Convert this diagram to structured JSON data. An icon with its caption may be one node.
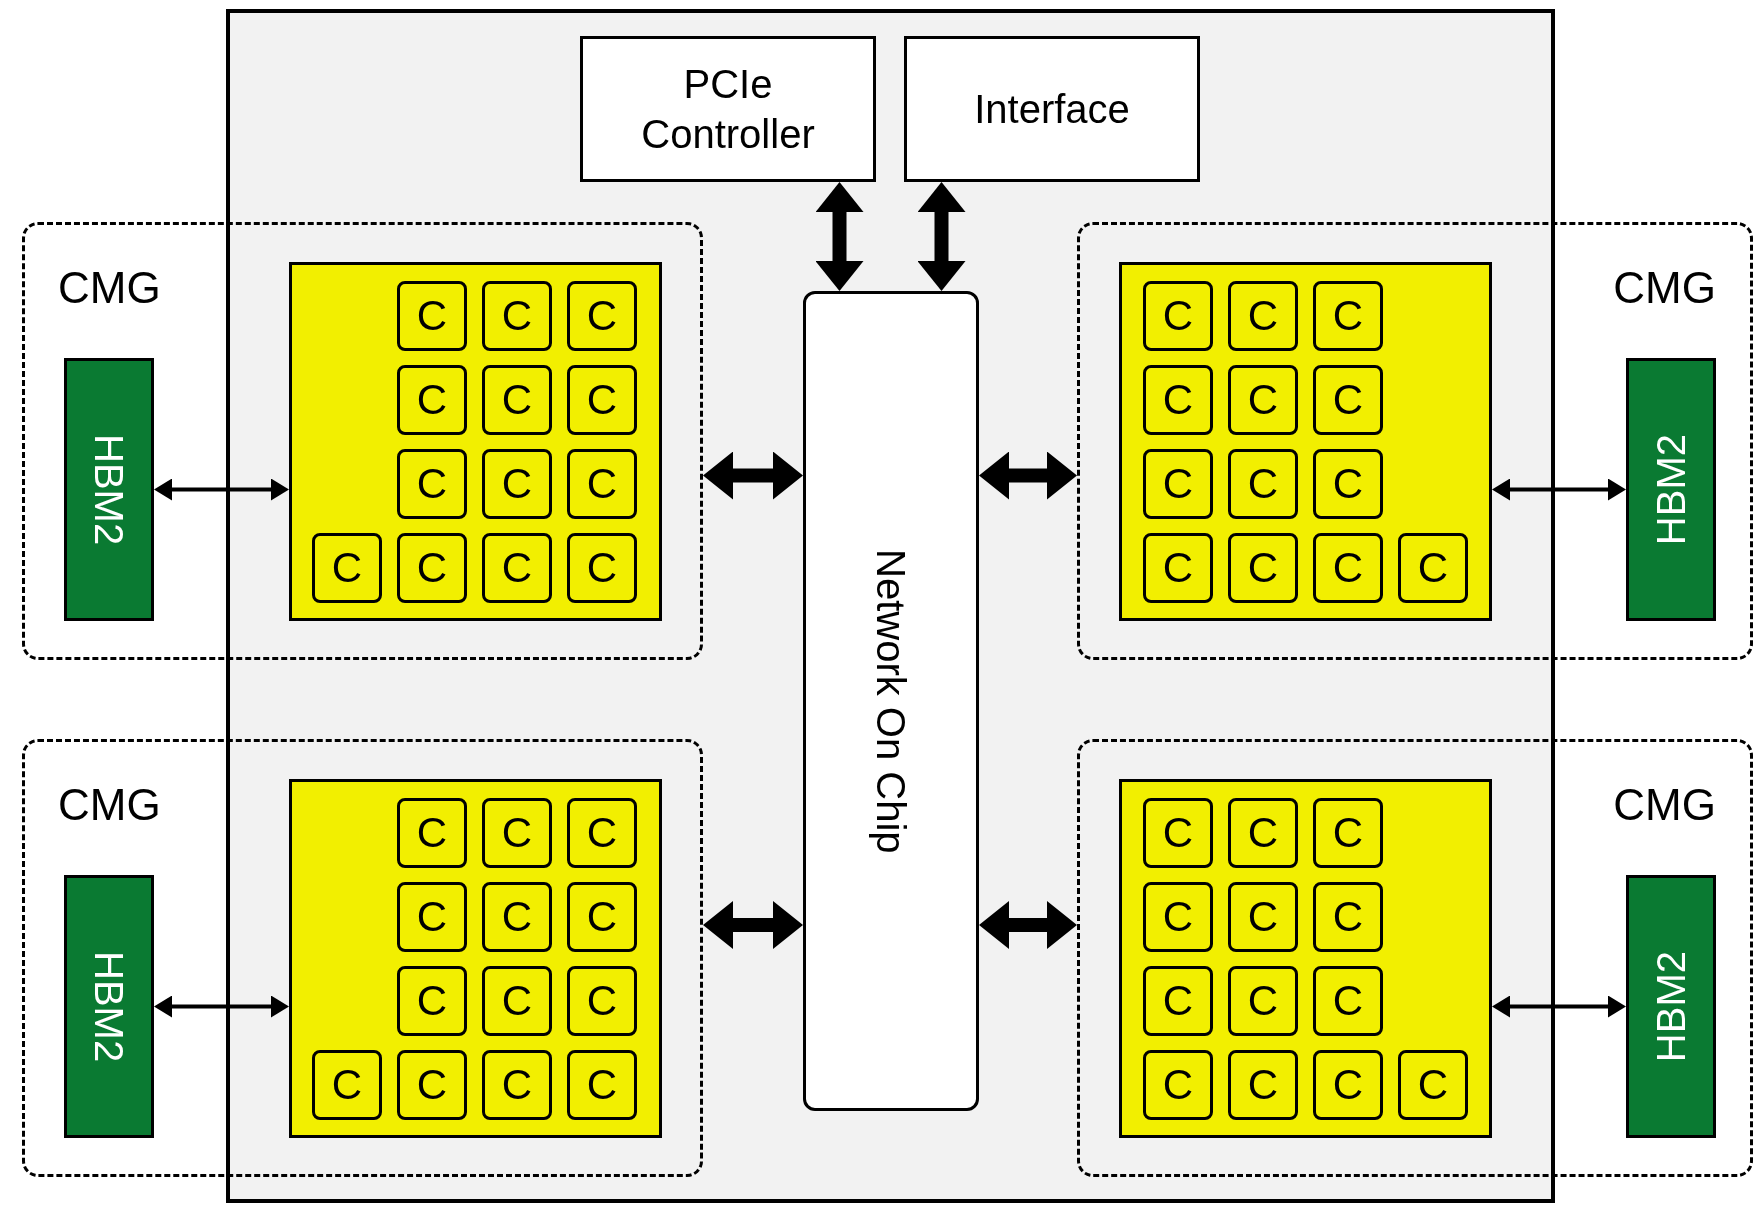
{
  "diagram": {
    "nodes": [
      {
        "text": [],
        "shape": "box"
      },
      {
        "text": [
          "PCIe Controller"
        ],
        "in": 0
      },
      {
        "text": [
          "Interface"
        ],
        "in": 0
      },
      {
        "text": [
          "Network On Chip"
        ],
        "in": 0
      },
      {
        "text": [
          "CMG"
        ]
      },
      {
        "text": [],
        "shape": "box"
      },
      {
        "text": [
          "HBM2"
        ],
        "in": 4
      },
      {
        "text": [
          "C"
        ],
        "in": 5
      },
      {
        "text": [
          "C"
        ],
        "in": 5
      },
      {
        "text": [
          "C"
        ],
        "in": 5
      },
      {
        "text": [
          "C"
        ],
        "in": 5
      },
      {
        "text": [
          "C"
        ],
        "in": 5
      },
      {
        "text": [
          "C"
        ],
        "in": 5
      },
      {
        "text": [
          "C"
        ],
        "in": 5
      },
      {
        "text": [
          "C"
        ],
        "in": 5
      },
      {
        "text": [
          "C"
        ],
        "in": 5
      },
      {
        "text": [
          "C"
        ],
        "in": 5
      },
      {
        "text": [
          "C"
        ],
        "in": 5
      },
      {
        "text": [
          "C"
        ],
        "in": 5
      },
      {
        "text": [
          "C"
        ],
        "in": 5
      },
      {
        "text": [
          "CMG"
        ]
      },
      {
        "text": [],
        "shape": "box"
      },
      {
        "text": [
          "HBM2"
        ],
        "in": 20
      },
      {
        "text": [
          "C"
        ],
        "in": 21
      },
      {
        "text": [
          "C"
        ],
        "in": 21
      },
      {
        "text": [
          "C"
        ],
        "in": 21
      },
      {
        "text": [
          "C"
        ],
        "in": 21
      },
      {
        "text": [
          "C"
        ],
        "in": 21
      },
      {
        "text": [
          "C"
        ],
        "in": 21
      },
      {
        "text": [
          "C"
        ],
        "in": 21
      },
      {
        "text": [
          "C"
        ],
        "in": 21
      },
      {
        "text": [
          "C"
        ],
        "in": 21
      },
      {
        "text": [
          "C"
        ],
        "in": 21
      },
      {
        "text": [
          "C"
        ],
        "in": 21
      },
      {
        "text": [
          "C"
        ],
        "in": 21
      },
      {
        "text": [
          "C"
        ],
        "in": 21
      },
      {
        "text": [
          "CMG"
        ]
      },
      {
        "text": [],
        "shape": "box"
      },
      {
        "text": [
          "HBM2"
        ],
        "in": 36
      },
      {
        "text": [
          "C"
        ],
        "in": 37
      },
      {
        "text": [
          "C"
        ],
        "in": 37
      },
      {
        "text": [
          "C"
        ],
        "in": 37
      },
      {
        "text": [
          "C"
        ],
        "in": 37
      },
      {
        "text": [
          "C"
        ],
        "in": 37
      },
      {
        "text": [
          "C"
        ],
        "in": 37
      },
      {
        "text": [
          "C"
        ],
        "in": 37
      },
      {
        "text": [
          "C"
        ],
        "in": 37
      },
      {
        "text": [
          "C"
        ],
        "in": 37
      },
      {
        "text": [
          "C"
        ],
        "in": 37
      },
      {
        "text": [
          "C"
        ],
        "in": 37
      },
      {
        "text": [
          "C"
        ],
        "in": 37
      },
      {
        "text": [
          "C"
        ],
        "in": 37
      },
      {
        "text": [
          "CMG"
        ]
      },
      {
        "text": [],
        "shape": "box"
      },
      {
        "text": [
          "HBM2"
        ],
        "in": 52
      },
      {
        "text": [
          "C"
        ],
        "in": 53
      },
      {
        "text": [
          "C"
        ],
        "in": 53
      },
      {
        "text": [
          "C"
        ],
        "in": 53
      },
      {
        "text": [
          "C"
        ],
        "in": 53
      },
      {
        "text": [
          "C"
        ],
        "in": 53
      },
      {
        "text": [
          "C"
        ],
        "in": 53
      },
      {
        "text": [
          "C"
        ],
        "in": 53
      },
      {
        "text": [
          "C"
        ],
        "in": 53
      },
      {
        "text": [
          "C"
        ],
        "in": 53
      },
      {
        "text": [
          "C"
        ],
        "in": 53
      },
      {
        "text": [
          "C"
        ],
        "in": 53
      },
      {
        "text": [
          "C"
        ],
        "in": 53
      },
      {
        "text": [
          "C"
        ],
        "in": 53
      }
    ],
    "edges": [
      {
        "from": 1,
        "to": 3,
        "arrow": "both"
      },
      {
        "from": 2,
        "to": 3,
        "arrow": "both"
      },
      {
        "from": 4,
        "to": 3,
        "arrow": "both"
      },
      {
        "from": 6,
        "to": 5,
        "arrow": "both"
      },
      {
        "from": 3,
        "to": 20,
        "arrow": "both"
      },
      {
        "from": 21,
        "to": 22,
        "arrow": "both"
      },
      {
        "from": 36,
        "to": 3,
        "arrow": "both"
      },
      {
        "from": 38,
        "to": 37,
        "arrow": "both"
      },
      {
        "from": 3,
        "to": 52,
        "arrow": "both"
      },
      {
        "from": 53,
        "to": 54,
        "arrow": "both"
      }
    ]
  }
}
